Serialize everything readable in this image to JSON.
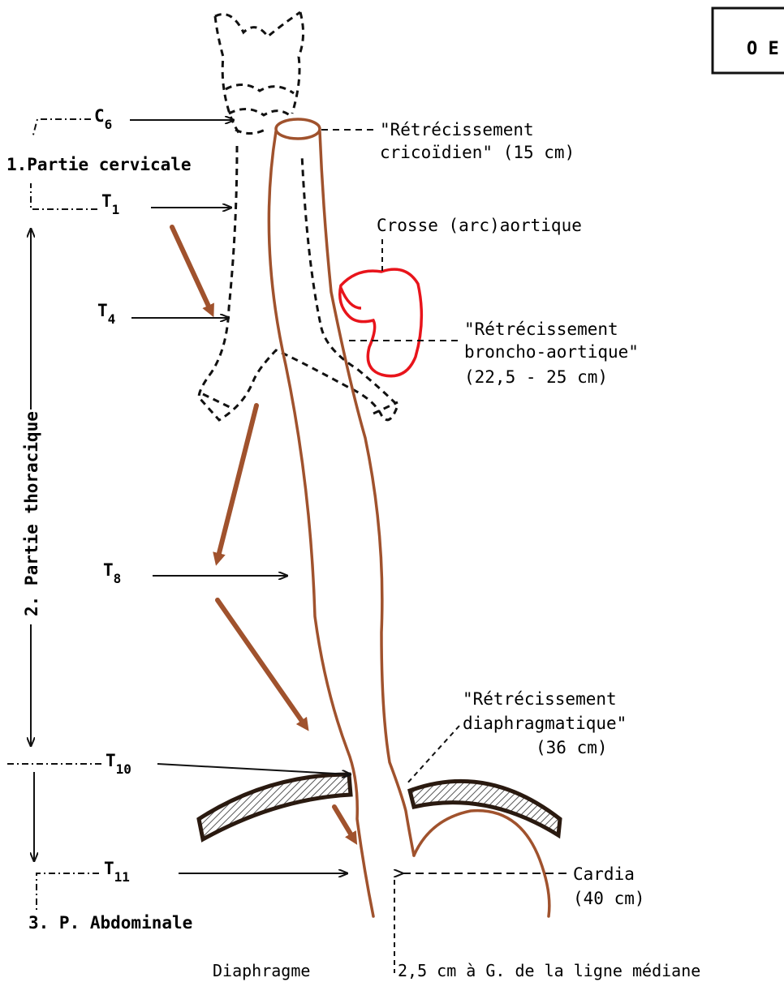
{
  "title_box": "O E",
  "vertebrae": {
    "c6": {
      "letter": "C",
      "sub": "6"
    },
    "t1": {
      "letter": "T",
      "sub": "1"
    },
    "t4": {
      "letter": "T",
      "sub": "4"
    },
    "t8": {
      "letter": "T",
      "sub": "8"
    },
    "t10": {
      "letter": "T",
      "sub": "10"
    },
    "t11": {
      "letter": "T",
      "sub": "11"
    }
  },
  "sections": {
    "cervical": "1.Partie cervicale",
    "thoracic": "2. Partie thoracique",
    "abdominal": "3. P. Abdominale"
  },
  "labels": {
    "cricoid_1": "\"Rétrécissement",
    "cricoid_2": "cricoïdien\" (15 cm)",
    "aortic_arch": "Crosse (arc)aortique",
    "bronchoaortic_1": "\"Rétrécissement",
    "bronchoaortic_2": "broncho-aortique\"",
    "bronchoaortic_3": "(22,5 - 25 cm)",
    "diaphragmatic_1": "\"Rétrécissement",
    "diaphragmatic_2": "diaphragmatique\"",
    "diaphragmatic_3": "(36 cm)",
    "cardia_1": "Cardia",
    "cardia_2": "(40 cm)",
    "diaphragm": "Diaphragme",
    "midline": "2,5 cm à G. de la ligne médiane"
  },
  "colors": {
    "esophagus": "#a0522d",
    "aorta": "#e8141b",
    "ink": "#111111",
    "diaphragm_fill": "#b8b0a8"
  }
}
